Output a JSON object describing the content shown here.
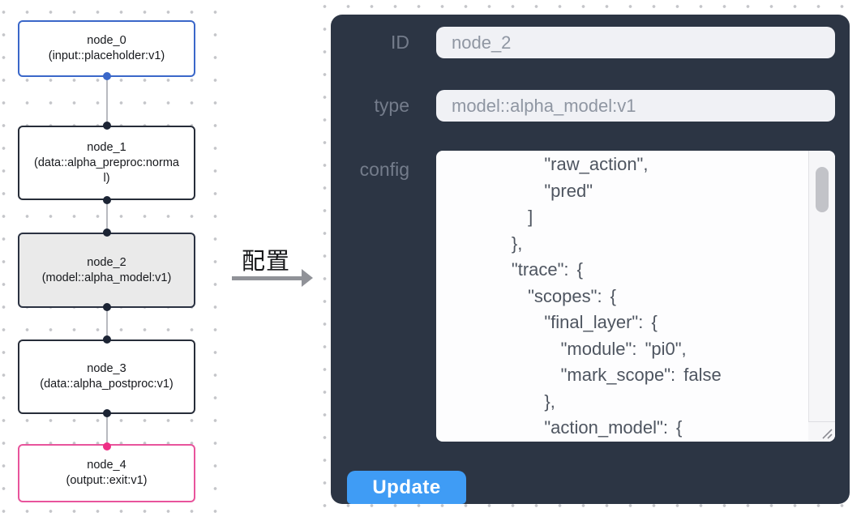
{
  "flow": {
    "nodes": [
      {
        "name": "node_0",
        "type_text": "(input::placeholder:v1)"
      },
      {
        "name": "node_1",
        "type_text": "(data::alpha_preproc:normal)"
      },
      {
        "name": "node_2",
        "type_text": "(model::alpha_model:v1)"
      },
      {
        "name": "node_3",
        "type_text": "(data::alpha_postproc:v1)"
      },
      {
        "name": "node_4",
        "type_text": "(output::exit:v1)"
      }
    ],
    "selected_node": "node_2"
  },
  "middle": {
    "annotation_label": "配置"
  },
  "panel": {
    "fields": [
      {
        "label": "ID",
        "value": "node_2"
      },
      {
        "label": "type",
        "value": "model::alpha_model:v1"
      }
    ],
    "config": {
      "label": "config",
      "lines": [
        "            \"raw_action\",",
        "            \"pred\"",
        "          ]",
        "        },",
        "        \"trace\": {",
        "          \"scopes\": {",
        "            \"final_layer\": {",
        "              \"module\": \"pi0\",",
        "              \"mark_scope\": false",
        "            },",
        "            \"action_model\": {"
      ]
    },
    "update_label": "Update"
  },
  "colors": {
    "panel_bg": "#2c3544",
    "input_bg": "#f0f1f5",
    "update_button": "#3f9cf5",
    "node_input_border": "#3a67c9",
    "node_output_border": "#e8549c",
    "node_selected_bg": "#eaeaea",
    "port_default": "#1c2434",
    "edge": "#b8bac0"
  }
}
